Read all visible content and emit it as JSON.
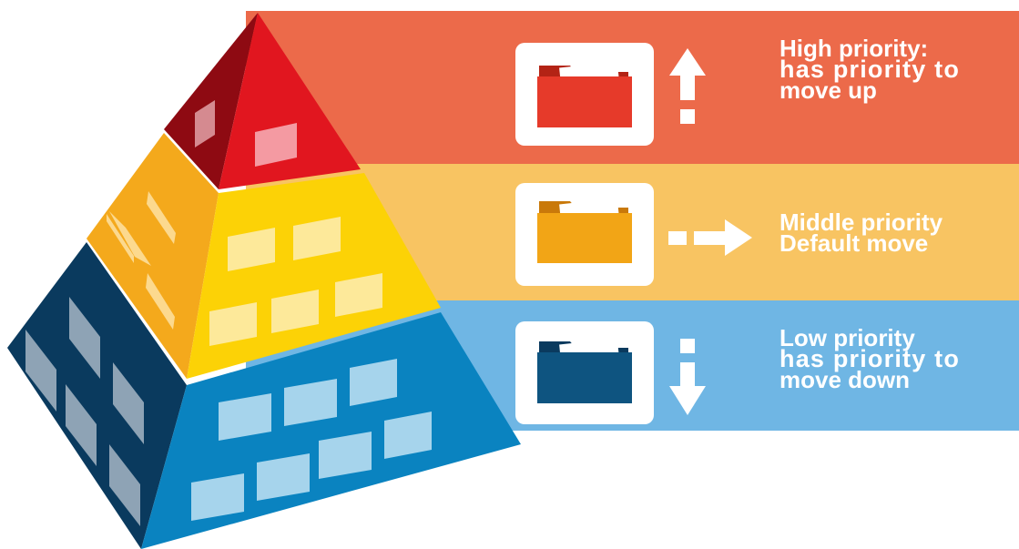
{
  "levels": [
    {
      "id": "high",
      "title": "High priority:",
      "description": "has priority to",
      "extra": "move up",
      "band_color": "#ec6a4a",
      "folder_color": "#e63a2a",
      "arrow": "arrow-up-icon"
    },
    {
      "id": "middle",
      "title": "Middle priority",
      "description": "Default move",
      "band_color": "#f8c462",
      "folder_color": "#f2a516",
      "arrow": "arrow-right-icon"
    },
    {
      "id": "low",
      "title": "Low priority",
      "description": "has priority to",
      "extra": "move down",
      "band_color": "#6fb6e4",
      "folder_color": "#0e5480",
      "arrow": "arrow-down-icon"
    }
  ],
  "pyramid": {
    "tiers": [
      {
        "name": "top",
        "front": "#e1161f",
        "side": "#8e0a12"
      },
      {
        "name": "middle",
        "front": "#fcd206",
        "side": "#f4a91c"
      },
      {
        "name": "bottom",
        "front": "#0a83c0",
        "side": "#0a3a5e"
      }
    ]
  }
}
